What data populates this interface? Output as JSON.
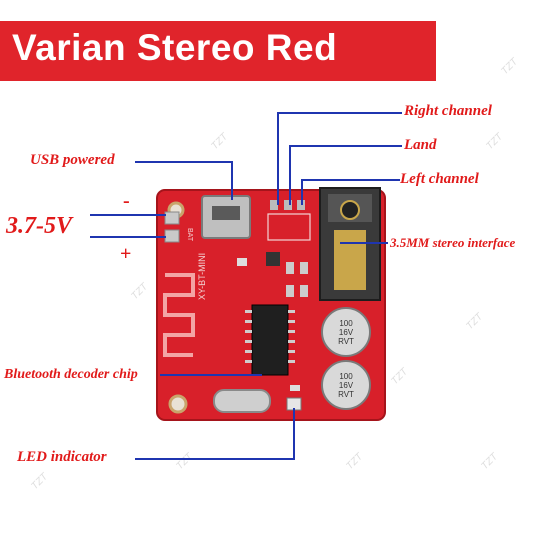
{
  "title": "Varian Stereo Red",
  "labels": {
    "right_channel": "Right channel",
    "land": "Land",
    "left_channel": "Left channel",
    "usb_powered": "USB powered",
    "stereo_interface": "3.5MM stereo interface",
    "bluetooth_chip": "Bluetooth decoder chip",
    "led_indicator": "LED indicator",
    "voltage": "3.7-5V",
    "minus": "-",
    "plus": "+"
  },
  "board": {
    "silkscreen": "XY-BT-MINI",
    "bat_label": "BAT",
    "capacitor_text": [
      "100",
      "16V",
      "RVT"
    ]
  },
  "watermark": "TZT",
  "colors": {
    "accent": "#e0242b",
    "label_red": "#e11a1a",
    "pointer_blue": "#1f35b0",
    "pcb_red": "#d8202a"
  }
}
